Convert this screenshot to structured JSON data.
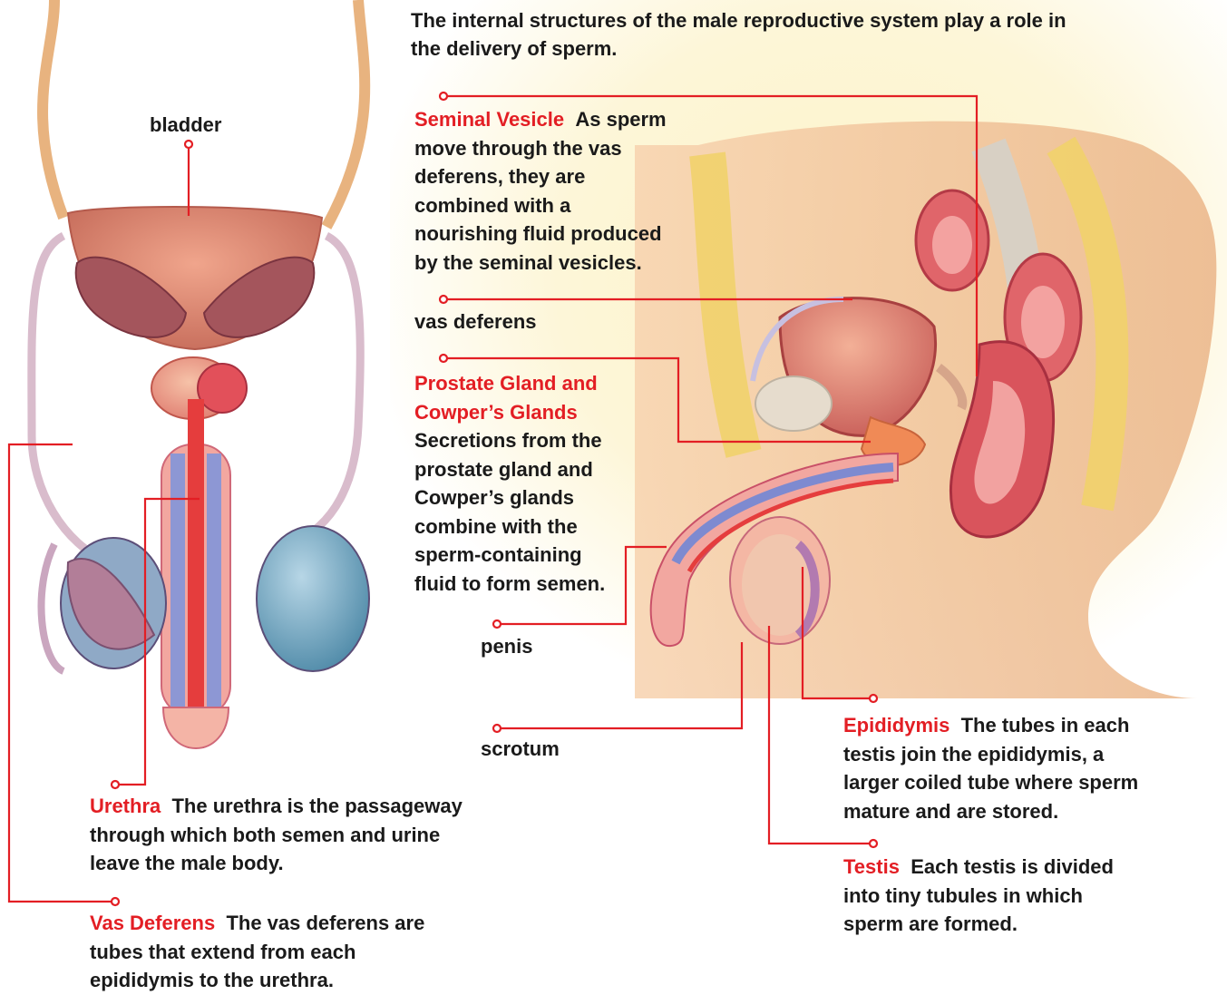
{
  "intro": "The internal structures of the male reproductive system play a role in the delivery of sperm.",
  "labels": {
    "bladder": "bladder",
    "vas_deferens_small": "vas deferens",
    "penis": "penis",
    "scrotum": "scrotum"
  },
  "callouts": {
    "seminal_vesicle": {
      "title": "Seminal Vesicle",
      "text": "As sperm move through the vas deferens, they are combined with a nourishing fluid produced by the seminal vesicles."
    },
    "prostate": {
      "title": "Prostate Gland and Cowper’s Glands",
      "text": "Secretions from the prostate gland and Cowper’s glands combine with the sperm-containing fluid to form semen."
    },
    "urethra": {
      "title": "Urethra",
      "text": "The urethra is the passageway through which both semen and urine leave the male body."
    },
    "vas_deferens": {
      "title": "Vas Deferens",
      "text": "The vas deferens are tubes that extend from each epididymis to the urethra."
    },
    "epididymis": {
      "title": "Epididymis",
      "text": "The tubes in each testis join the epididymis, a larger coiled tube where sperm mature and are stored."
    },
    "testis": {
      "title": "Testis",
      "text": "Each testis is divided into tiny tubules in which sperm are formed."
    }
  },
  "colors": {
    "accent": "#e31e24",
    "leader": "#e31e24"
  }
}
